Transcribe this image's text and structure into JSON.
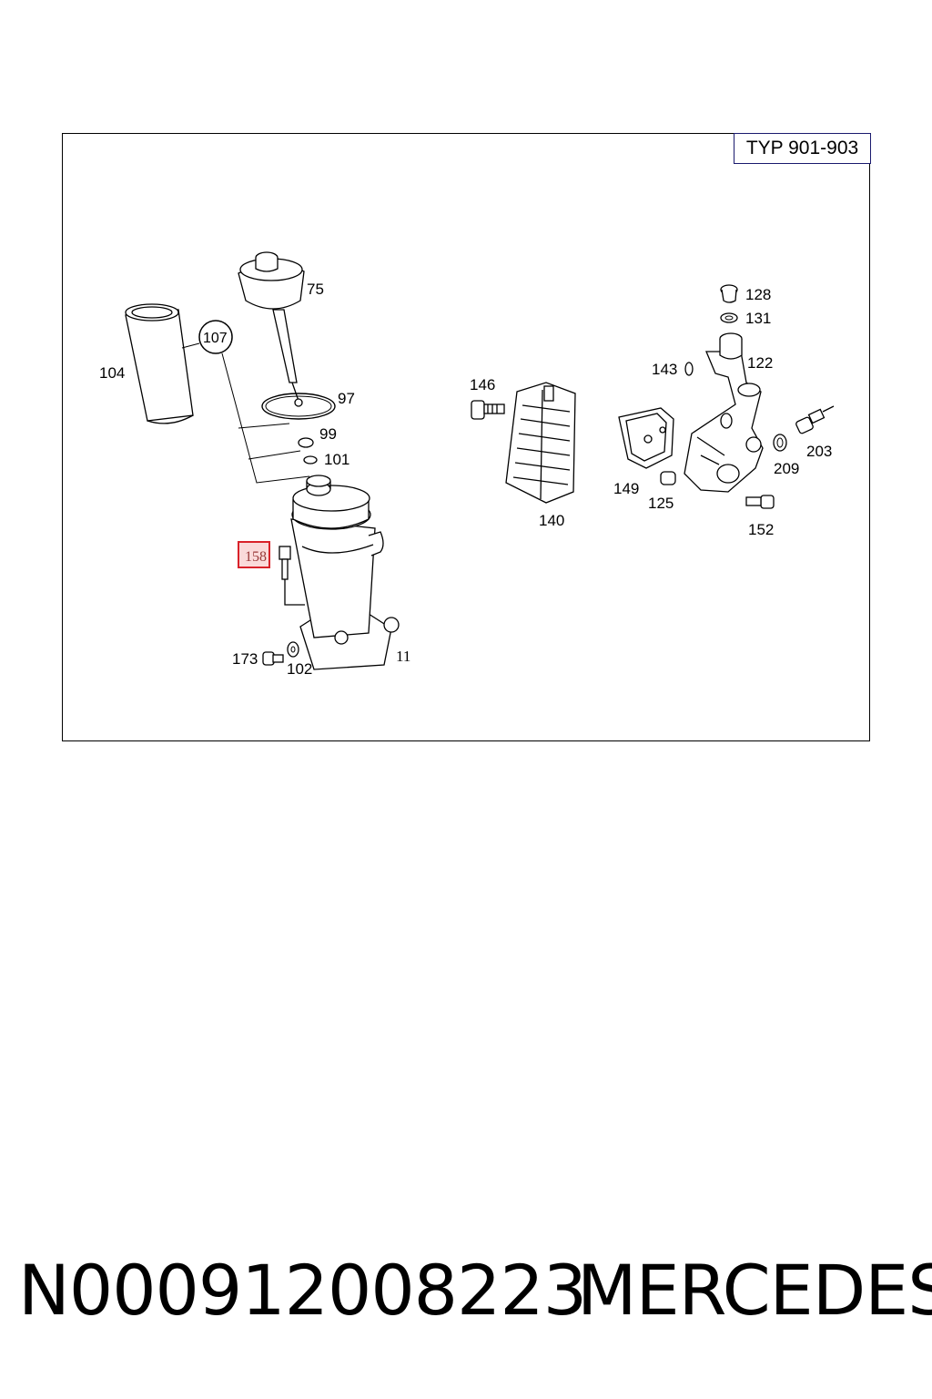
{
  "diagram": {
    "type_label": "TYP 901-903",
    "callouts": {
      "c75": "75",
      "c104": "104",
      "c107": "107",
      "c97": "97",
      "c99": "99",
      "c101": "101",
      "c158": "158",
      "c173": "173",
      "c102": "102",
      "c11": "11",
      "c146": "146",
      "c140": "140",
      "c128": "128",
      "c131": "131",
      "c143": "143",
      "c122": "122",
      "c149": "149",
      "c125": "125",
      "c209": "209",
      "c203": "203",
      "c152": "152"
    },
    "highlighted": "158",
    "highlight_color": "#d9222a"
  },
  "footer": {
    "part_number": "N000912008223",
    "brand": "MERCEDES"
  }
}
